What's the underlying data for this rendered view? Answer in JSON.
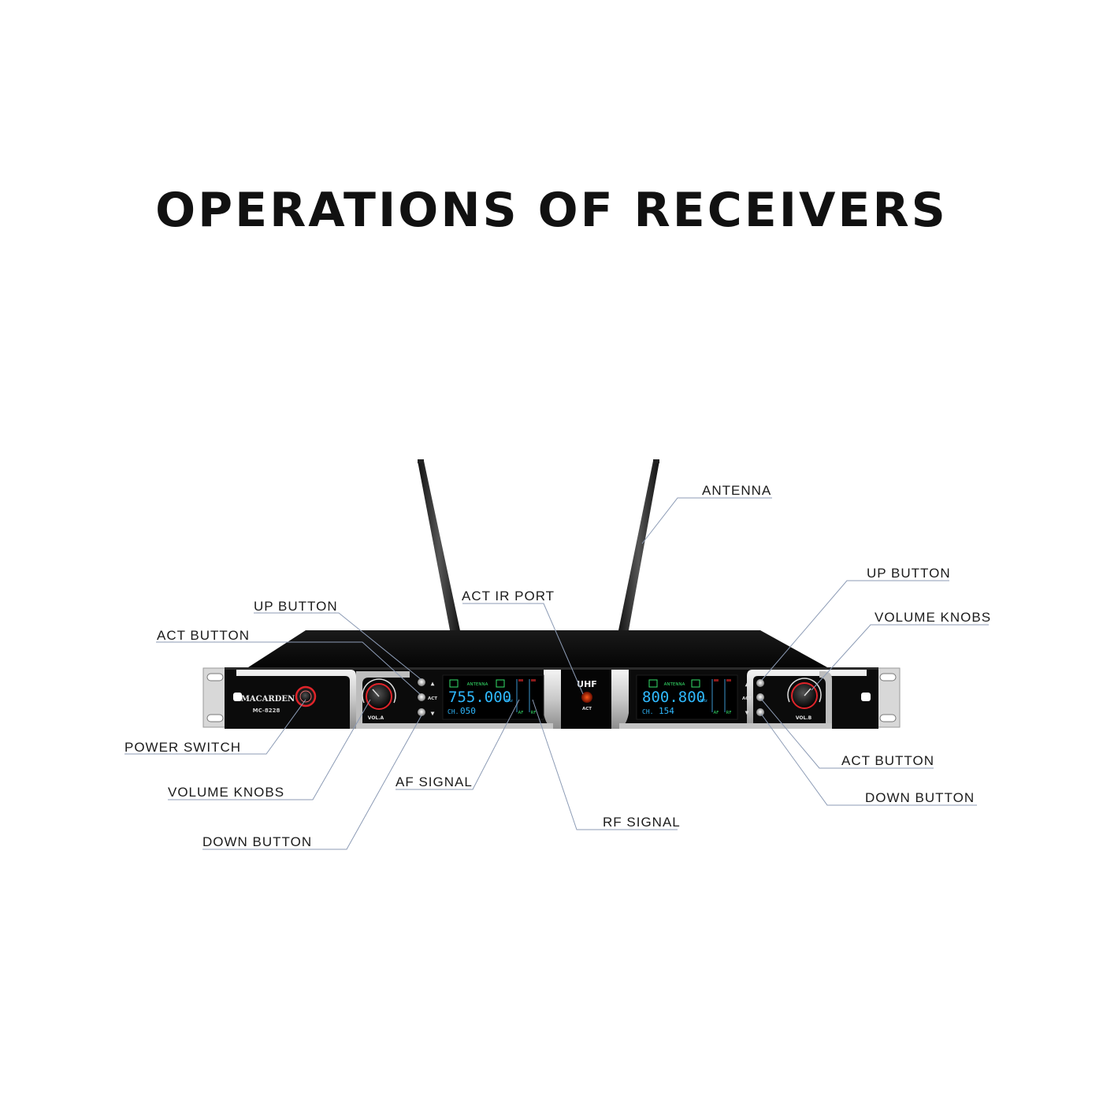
{
  "title": "OPERATIONS OF RECEIVERS",
  "device": {
    "brand": "MACARDEN",
    "model": "MC-8228",
    "center_label": "UHF",
    "center_sub": "ACT",
    "ch_a": {
      "antenna": "ANTENNA",
      "frequency": "755.000",
      "unit": "MHz",
      "ch_label": "CH.",
      "channel": "050",
      "af": "AF",
      "rf": "RF",
      "vol_label": "VOL.A"
    },
    "ch_b": {
      "antenna": "ANTENNA",
      "frequency": "800.800",
      "unit": "MHz",
      "ch_label": "CH.",
      "channel": "154",
      "af": "AF",
      "rf": "RF",
      "vol_label": "VOL.B"
    },
    "act_label": "ACT",
    "up_glyph": "▲",
    "down_glyph": "▼"
  },
  "callouts": {
    "antenna": "ANTENNA",
    "up_left": "UP BUTTON",
    "act_left": "ACT BUTTON",
    "act_ir": "ACT IR PORT",
    "up_right": "UP BUTTON",
    "volume_right": "VOLUME KNOBS",
    "power": "POWER SWITCH",
    "volume_left": "VOLUME KNOBS",
    "down_left": "DOWN BUTTON",
    "af": "AF SIGNAL",
    "rf": "RF SIGNAL",
    "act_right": "ACT BUTTON",
    "down_right": "DOWN BUTTON"
  },
  "colors": {
    "callout_line": "#8c9bb5",
    "lcd_blue": "#2fb9ff",
    "lcd_green": "#35e06a",
    "knob_red": "#e0242a"
  }
}
